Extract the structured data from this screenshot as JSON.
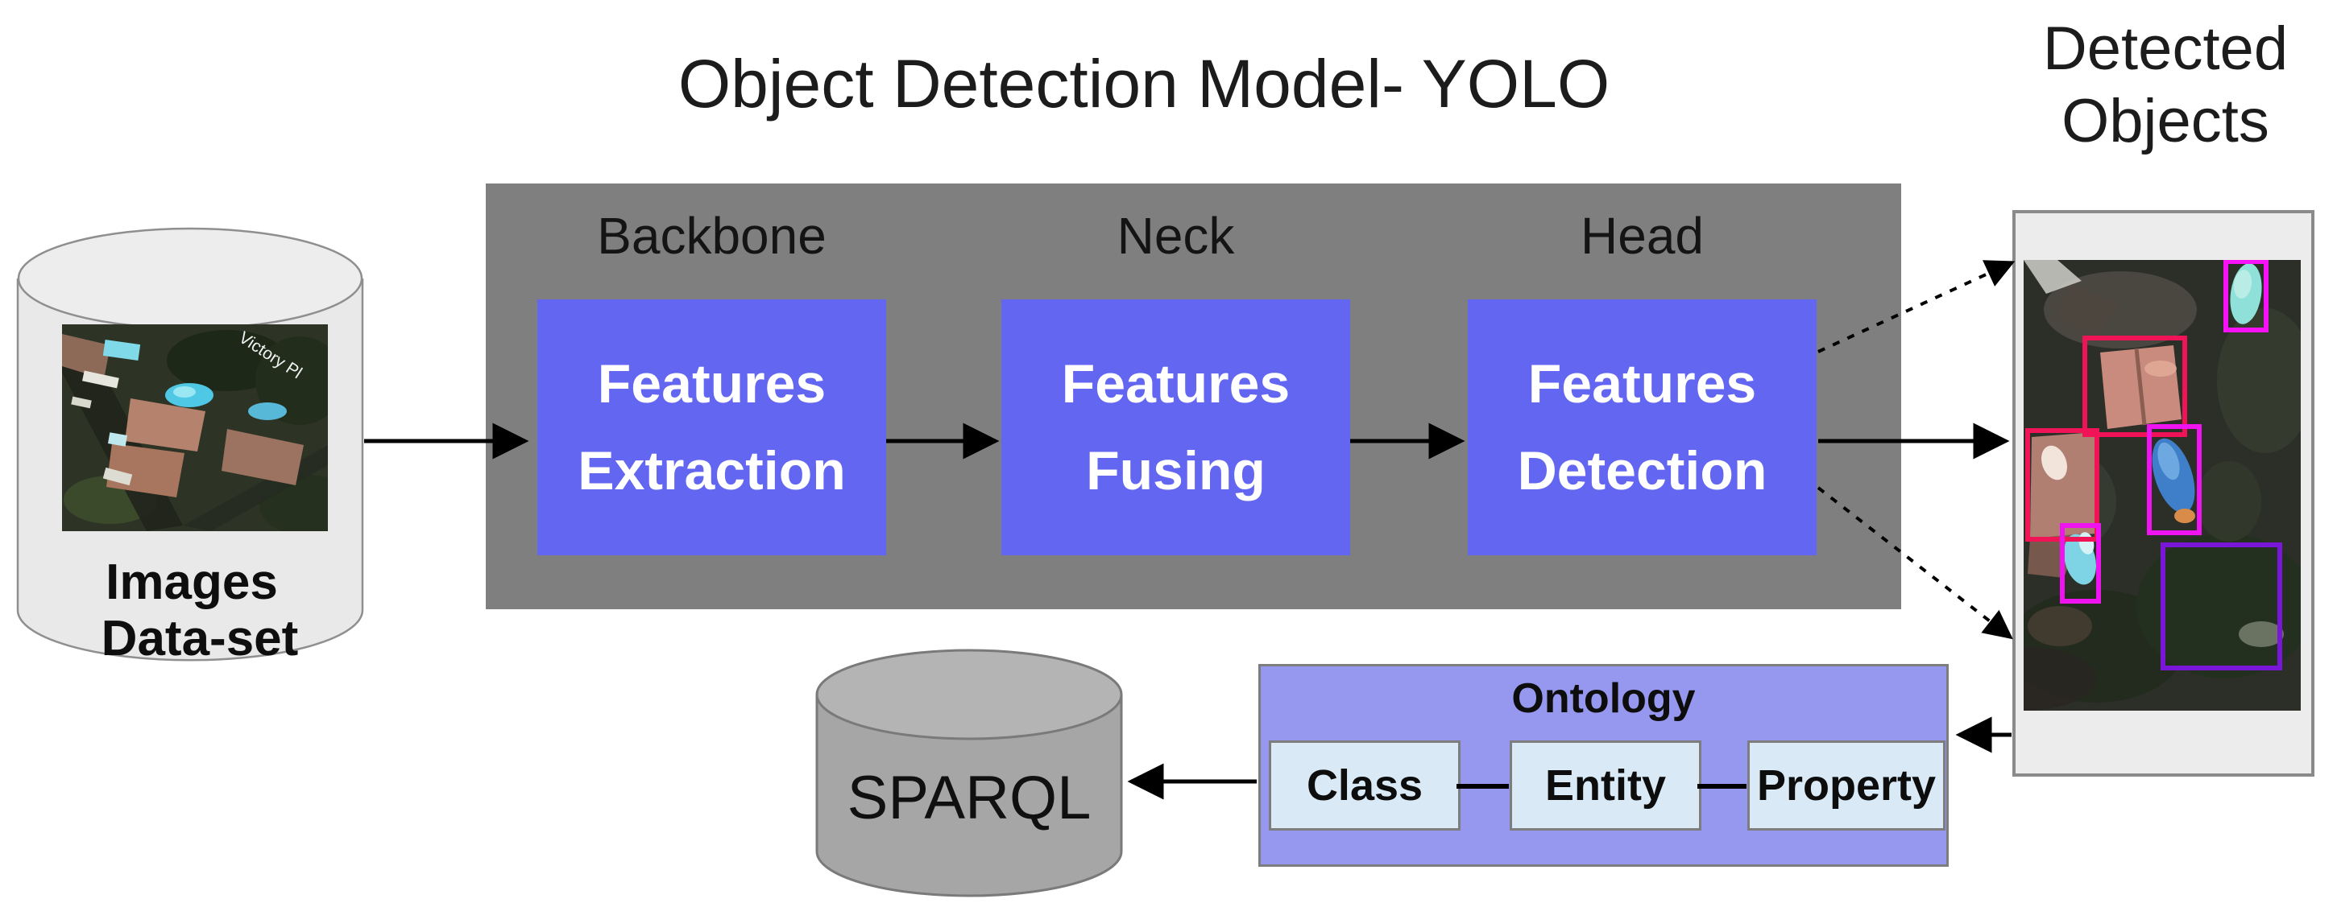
{
  "title": "Object Detection Model- YOLO",
  "detected_objects_label": "Detected Objects",
  "dataset": {
    "label_line1": "Images",
    "label_line2": "Data-set",
    "map_text": "Victory Pl"
  },
  "model": {
    "stages": [
      {
        "section": "Backbone",
        "box": "Features Extraction"
      },
      {
        "section": "Neck",
        "box": "Features Fusing"
      },
      {
        "section": "Head",
        "box": "Features Detection"
      }
    ]
  },
  "ontology": {
    "title": "Ontology",
    "nodes": [
      "Class",
      "Entity",
      "Property"
    ]
  },
  "sparql_label": "SPARQL",
  "colors": {
    "yolo_container": "#7f7f7f",
    "stage_box": "#6366f0",
    "stage_text": "#ffffff",
    "ontology_box": "#9698ef",
    "ontology_node": "#d9eaf6",
    "dataset_cylinder": "#e9e9e9",
    "sparql_cylinder": "#a6a6a6",
    "bbox_crimson": "#f01355",
    "bbox_magenta": "#f711f7",
    "bbox_purple": "#7a16d8",
    "arrow": "#000000"
  }
}
